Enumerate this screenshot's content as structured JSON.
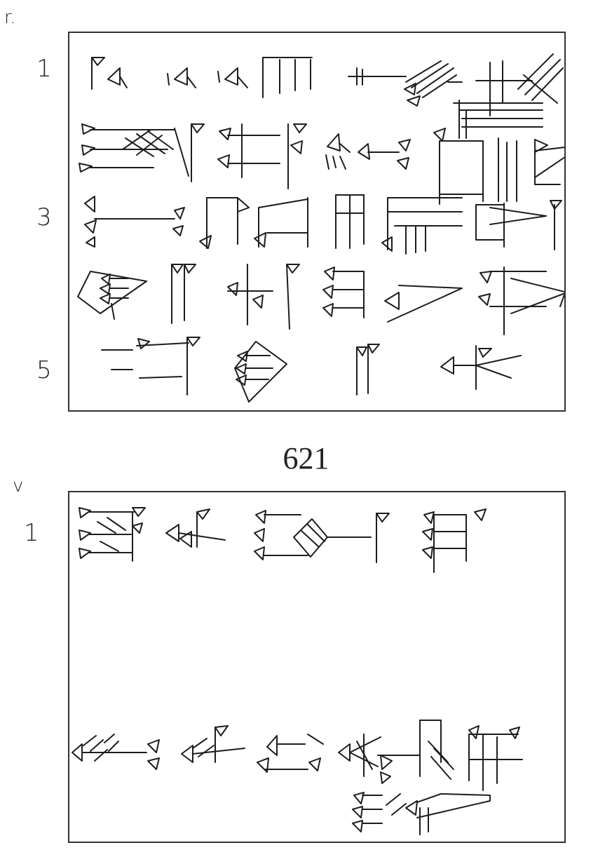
{
  "obverse": {
    "side_mark": "r.",
    "line_numbers": [
      "1",
      "3",
      "5"
    ]
  },
  "catalog_number": "621",
  "reverse": {
    "side_mark": "v",
    "line_numbers": [
      "1"
    ]
  }
}
